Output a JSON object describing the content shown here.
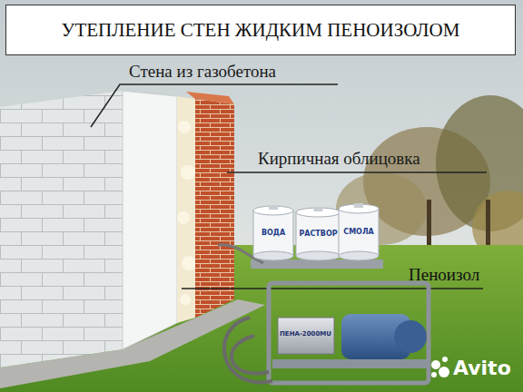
{
  "diagram": {
    "title": "УТЕПЛЕНИЕ СТЕН ЖИДКИМ ПЕНОИЗОЛОМ",
    "nodes": [
      {
        "text": [
          "ВОДА"
        ]
      },
      {
        "text": [
          "РАСТВОР"
        ]
      },
      {
        "text": [
          "СМОЛА"
        ]
      }
    ],
    "labels": [
      "Стена из газобетона",
      "Кирпичная облицовка",
      "Пеноизол",
      "ПЕНА-2000МU",
      "Avito"
    ]
  }
}
